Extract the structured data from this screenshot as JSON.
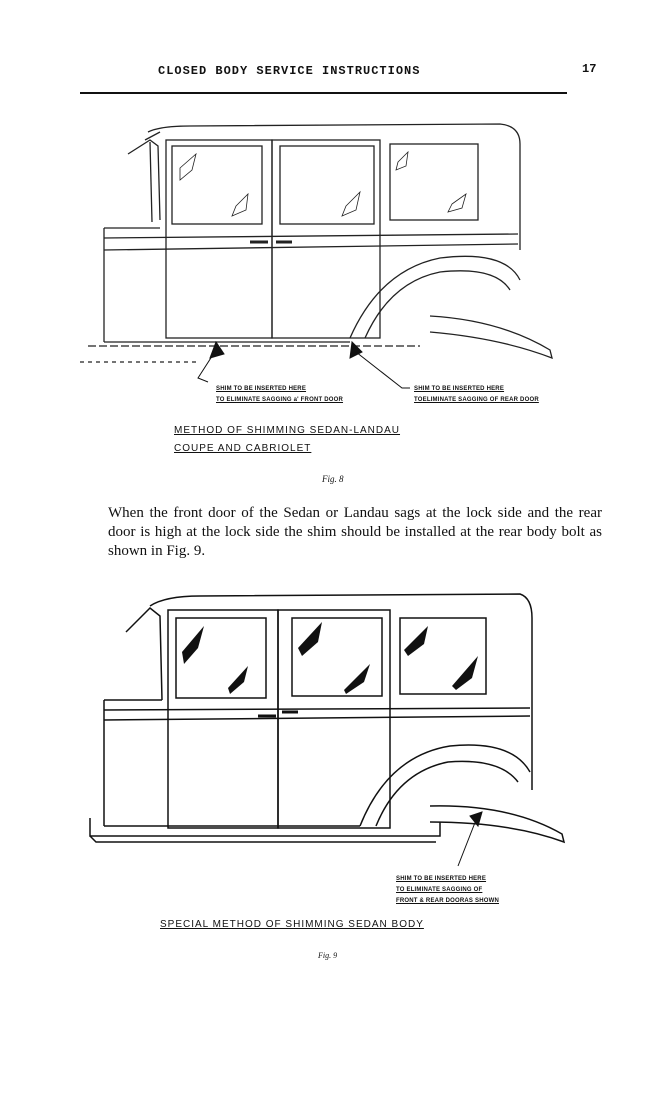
{
  "header": {
    "title": "CLOSED BODY SERVICE INSTRUCTIONS",
    "page_number": "17"
  },
  "figure8": {
    "callout_left_line1": "SHIM TO BE INSERTED HERE",
    "callout_left_line2": "TO ELIMINATE SAGGING a' FRONT DOOR",
    "callout_right_line1": "SHIM TO BE INSERTED HERE",
    "callout_right_line2": "TOELIMINATE SAGGING OF REAR DOOR",
    "caption_line1": "METHOD   OF   SHIMMING   SEDAN-LANDAU",
    "caption_line2": "COUPE AND CABRIOLET",
    "label": "Fig. 8"
  },
  "body_text": "When the front door of the Sedan or Landau sags at the lock side and the rear door is high at the lock side the shim should be installed at the rear body bolt as shown in Fig. 9.",
  "figure9": {
    "callout_line1": "SHIM TO BE INSERTED HERE",
    "callout_line2": "TO ELIMINATE SAGGING OF",
    "callout_line3": "FRONT & REAR DOORAS SHOWN",
    "caption": "SPECIAL METHOD OF SHIMMING SEDAN BODY",
    "label": "Fig. 9"
  }
}
